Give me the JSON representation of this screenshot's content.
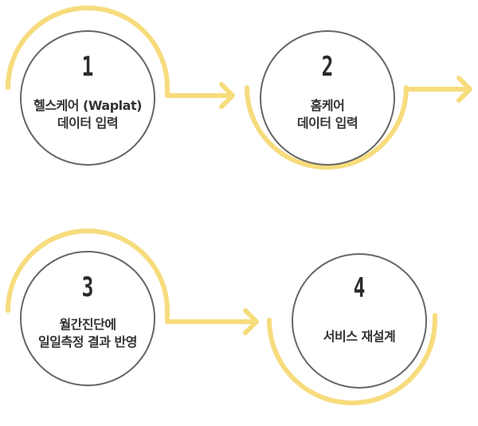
{
  "colors": {
    "arc": "#f7dc7d",
    "circle_border": "#666666",
    "text": "#333333"
  },
  "steps": [
    {
      "number": "1",
      "lines": [
        "헬스케어 (Waplat)",
        "데이터 입력"
      ]
    },
    {
      "number": "2",
      "lines": [
        "홈케어",
        "데이터 입력"
      ]
    },
    {
      "number": "3",
      "lines": [
        "월간진단에",
        "일일측정 결과 반영"
      ]
    },
    {
      "number": "4",
      "lines": [
        "서비스 재설계"
      ]
    }
  ]
}
